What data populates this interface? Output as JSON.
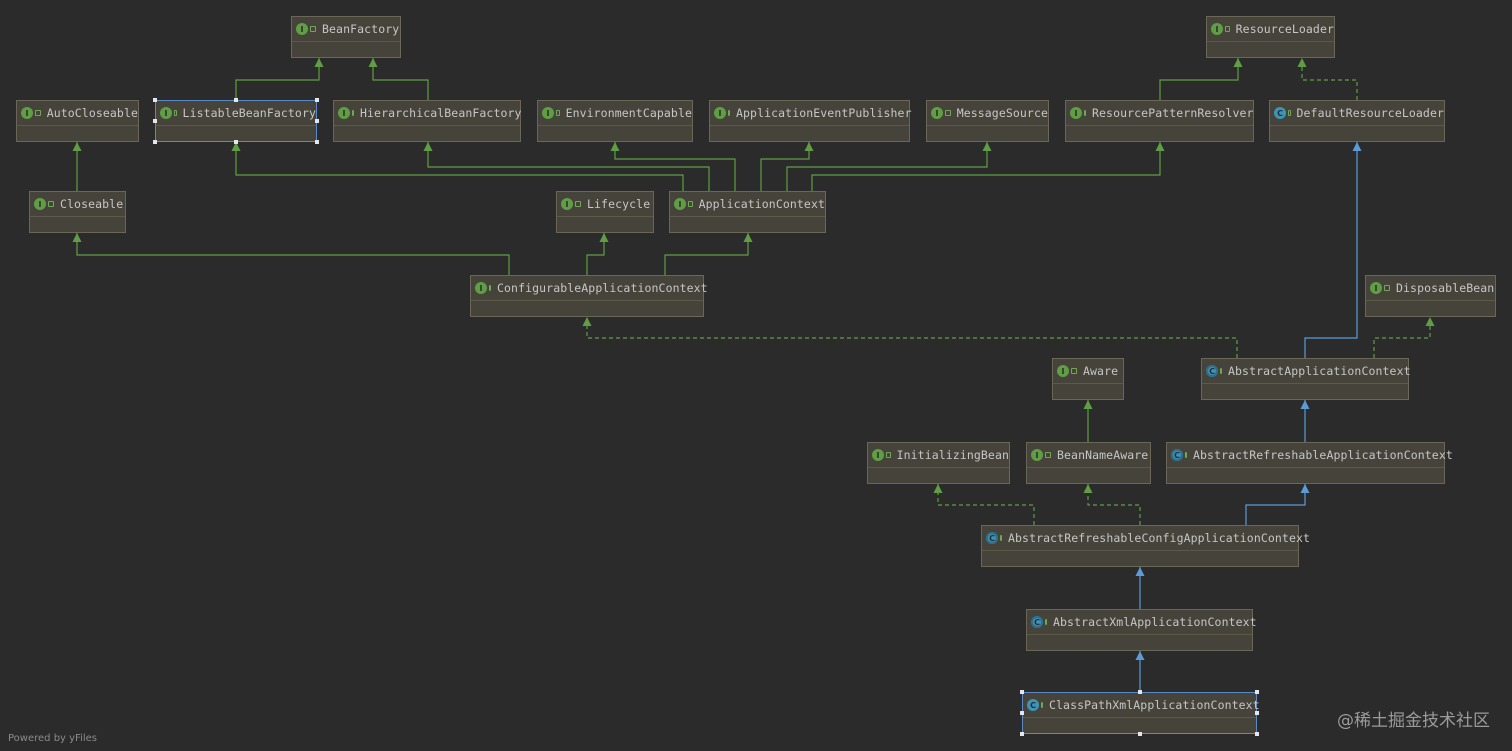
{
  "colors": {
    "background": "#2b2b2b",
    "node_fill": "#46433b",
    "node_border": "#6b6756",
    "extends_edge": "#5f9e45",
    "implements_edge": "#5f9e45",
    "class_extends_edge": "#5a9bd8",
    "selected_border": "#5a8ac6"
  },
  "nodes": [
    {
      "id": "BeanFactory",
      "label": "BeanFactory",
      "kind": "interface"
    },
    {
      "id": "ResourceLoader",
      "label": "ResourceLoader",
      "kind": "interface"
    },
    {
      "id": "AutoCloseable",
      "label": "AutoCloseable",
      "kind": "interface"
    },
    {
      "id": "ListableBeanFactory",
      "label": "ListableBeanFactory",
      "kind": "interface",
      "selected": true
    },
    {
      "id": "HierarchicalBeanFactory",
      "label": "HierarchicalBeanFactory",
      "kind": "interface"
    },
    {
      "id": "EnvironmentCapable",
      "label": "EnvironmentCapable",
      "kind": "interface"
    },
    {
      "id": "ApplicationEventPublisher",
      "label": "ApplicationEventPublisher",
      "kind": "interface"
    },
    {
      "id": "MessageSource",
      "label": "MessageSource",
      "kind": "interface"
    },
    {
      "id": "ResourcePatternResolver",
      "label": "ResourcePatternResolver",
      "kind": "interface"
    },
    {
      "id": "DefaultResourceLoader",
      "label": "DefaultResourceLoader",
      "kind": "class"
    },
    {
      "id": "Closeable",
      "label": "Closeable",
      "kind": "interface"
    },
    {
      "id": "Lifecycle",
      "label": "Lifecycle",
      "kind": "interface"
    },
    {
      "id": "ApplicationContext",
      "label": "ApplicationContext",
      "kind": "interface"
    },
    {
      "id": "ConfigurableApplicationContext",
      "label": "ConfigurableApplicationContext",
      "kind": "interface"
    },
    {
      "id": "DisposableBean",
      "label": "DisposableBean",
      "kind": "interface"
    },
    {
      "id": "Aware",
      "label": "Aware",
      "kind": "interface"
    },
    {
      "id": "AbstractApplicationContext",
      "label": "AbstractApplicationContext",
      "kind": "abstract"
    },
    {
      "id": "InitializingBean",
      "label": "InitializingBean",
      "kind": "interface"
    },
    {
      "id": "BeanNameAware",
      "label": "BeanNameAware",
      "kind": "interface"
    },
    {
      "id": "AbstractRefreshableApplicationContext",
      "label": "AbstractRefreshableApplicationContext",
      "kind": "abstract"
    },
    {
      "id": "AbstractRefreshableConfigApplicationContext",
      "label": "AbstractRefreshableConfigApplicationContext",
      "kind": "abstract"
    },
    {
      "id": "AbstractXmlApplicationContext",
      "label": "AbstractXmlApplicationContext",
      "kind": "abstract"
    },
    {
      "id": "ClassPathXmlApplicationContext",
      "label": "ClassPathXmlApplicationContext",
      "kind": "class",
      "selected": true
    }
  ],
  "edges": [
    {
      "from": "ListableBeanFactory",
      "to": "BeanFactory",
      "type": "extends"
    },
    {
      "from": "HierarchicalBeanFactory",
      "to": "BeanFactory",
      "type": "extends"
    },
    {
      "from": "ResourcePatternResolver",
      "to": "ResourceLoader",
      "type": "extends"
    },
    {
      "from": "DefaultResourceLoader",
      "to": "ResourceLoader",
      "type": "implements"
    },
    {
      "from": "Closeable",
      "to": "AutoCloseable",
      "type": "extends"
    },
    {
      "from": "ApplicationContext",
      "to": "ListableBeanFactory",
      "type": "extends"
    },
    {
      "from": "ApplicationContext",
      "to": "HierarchicalBeanFactory",
      "type": "extends"
    },
    {
      "from": "ApplicationContext",
      "to": "EnvironmentCapable",
      "type": "extends"
    },
    {
      "from": "ApplicationContext",
      "to": "ApplicationEventPublisher",
      "type": "extends"
    },
    {
      "from": "ApplicationContext",
      "to": "MessageSource",
      "type": "extends"
    },
    {
      "from": "ApplicationContext",
      "to": "ResourcePatternResolver",
      "type": "extends"
    },
    {
      "from": "ConfigurableApplicationContext",
      "to": "Closeable",
      "type": "extends"
    },
    {
      "from": "ConfigurableApplicationContext",
      "to": "Lifecycle",
      "type": "extends"
    },
    {
      "from": "ConfigurableApplicationContext",
      "to": "ApplicationContext",
      "type": "extends"
    },
    {
      "from": "AbstractApplicationContext",
      "to": "ConfigurableApplicationContext",
      "type": "implements"
    },
    {
      "from": "AbstractApplicationContext",
      "to": "DefaultResourceLoader",
      "type": "class-extends"
    },
    {
      "from": "AbstractApplicationContext",
      "to": "DisposableBean",
      "type": "implements"
    },
    {
      "from": "BeanNameAware",
      "to": "Aware",
      "type": "extends"
    },
    {
      "from": "AbstractRefreshableApplicationContext",
      "to": "AbstractApplicationContext",
      "type": "class-extends"
    },
    {
      "from": "AbstractRefreshableConfigApplicationContext",
      "to": "InitializingBean",
      "type": "implements"
    },
    {
      "from": "AbstractRefreshableConfigApplicationContext",
      "to": "BeanNameAware",
      "type": "implements"
    },
    {
      "from": "AbstractRefreshableConfigApplicationContext",
      "to": "AbstractRefreshableApplicationContext",
      "type": "class-extends"
    },
    {
      "from": "AbstractXmlApplicationContext",
      "to": "AbstractRefreshableConfigApplicationContext",
      "type": "class-extends"
    },
    {
      "from": "ClassPathXmlApplicationContext",
      "to": "AbstractXmlApplicationContext",
      "type": "class-extends"
    }
  ],
  "footer": "Powered by yFiles",
  "watermark": "@稀土掘金技术社区"
}
